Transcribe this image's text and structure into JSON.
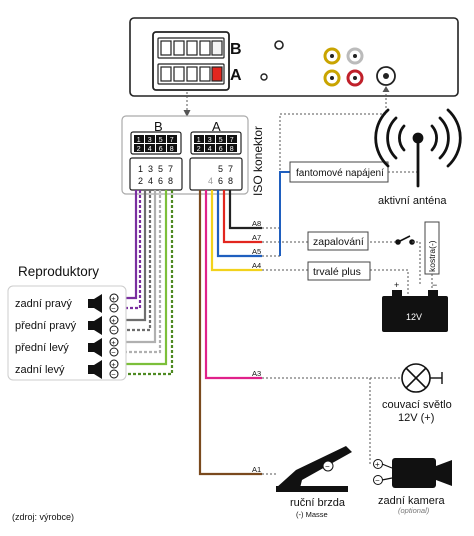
{
  "unit": {
    "slot_b": "B",
    "slot_a": "A"
  },
  "iso": {
    "label_b": "B",
    "label_a": "A",
    "side_label": "ISO konektor",
    "b_top_row1": [
      "1",
      "3",
      "5",
      "7"
    ],
    "b_top_row2": [
      "2",
      "4",
      "6",
      "8"
    ],
    "a_top_row1": [
      "1",
      "3",
      "5",
      "7"
    ],
    "a_top_row2": [
      "2",
      "4",
      "6",
      "8"
    ],
    "b_low_row1": [
      "1",
      "3",
      "5",
      "7"
    ],
    "b_low_row2": [
      "2",
      "4",
      "6",
      "8"
    ],
    "a_low_row1": [
      "",
      "",
      "5",
      "7"
    ],
    "a_low_row2": [
      "",
      "4",
      "6",
      "8"
    ]
  },
  "wires": {
    "a8": "A8",
    "a7": "A7",
    "a5": "A5",
    "a4": "A4",
    "a3": "A3",
    "a1": "A1"
  },
  "labels": {
    "phantom": "fantomové napájení",
    "antenna": "aktivní anténa",
    "ignition": "zapalování",
    "permanent": "trvalé plus",
    "ground": "kostra(-)",
    "battery": "12V",
    "speakers_title": "Reproduktory",
    "speaker_rr": "zadní pravý",
    "speaker_fr": "přední pravý",
    "speaker_fl": "přední levý",
    "speaker_rl": "zadní levý",
    "reverse_line1": "couvací světlo",
    "reverse_line2": "12V (+)",
    "handbrake": "ruční brzda",
    "handbrake_sub": "(-) Masse",
    "camera": "zadní kamera",
    "camera_sub": "(optional)",
    "source": "(zdroj: výrobce)"
  },
  "colors": {
    "purple": "#7a2fa0",
    "gray_dark": "#6e6e6e",
    "gray_light": "#b0b0b0",
    "white_wire": "#d9d9d9",
    "green": "#7cbf3a",
    "green_dark": "#4e8a22",
    "yellow": "#f2d21c",
    "red": "#e2261f",
    "blue": "#1f5fbf",
    "pink": "#e0218a",
    "brown": "#7a4a1e",
    "black": "#222222"
  }
}
